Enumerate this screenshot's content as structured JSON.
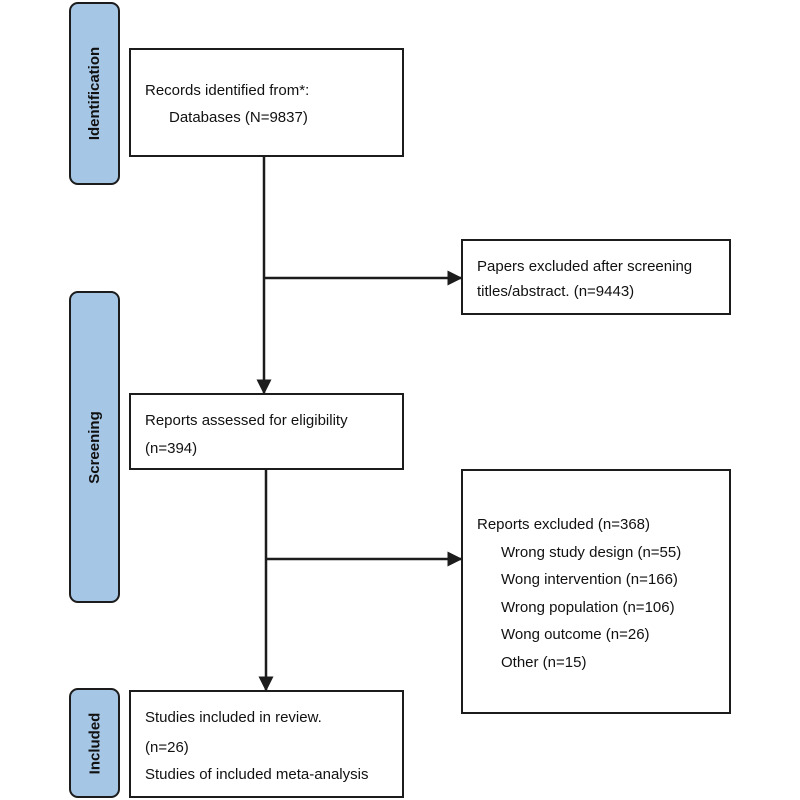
{
  "stages": {
    "identification": "Identification",
    "screening": "Screening",
    "included": "Included"
  },
  "boxes": {
    "records": {
      "line1": "Records identified from*:",
      "line2": "Databases (N=9837)"
    },
    "excluded_screening": {
      "line1": "Papers excluded after screening",
      "line2": "titles/abstract. (n=9443)"
    },
    "assessed": {
      "line1": "Reports assessed for eligibility",
      "line2": "(n=394)"
    },
    "reports_excluded": {
      "title": "Reports excluded (n=368)",
      "reasons": [
        "Wrong study design (n=55)",
        "Wong intervention (n=166)",
        "Wrong population (n=106)",
        "Wong outcome (n=26)",
        "Other (n=15)"
      ]
    },
    "included": {
      "line1": "Studies included in review.",
      "line2": "(n=26)",
      "line3": "Studies of included meta-analysis"
    }
  },
  "colors": {
    "stage_fill": "#a6c6e6",
    "stroke": "#1c1c1c"
  }
}
